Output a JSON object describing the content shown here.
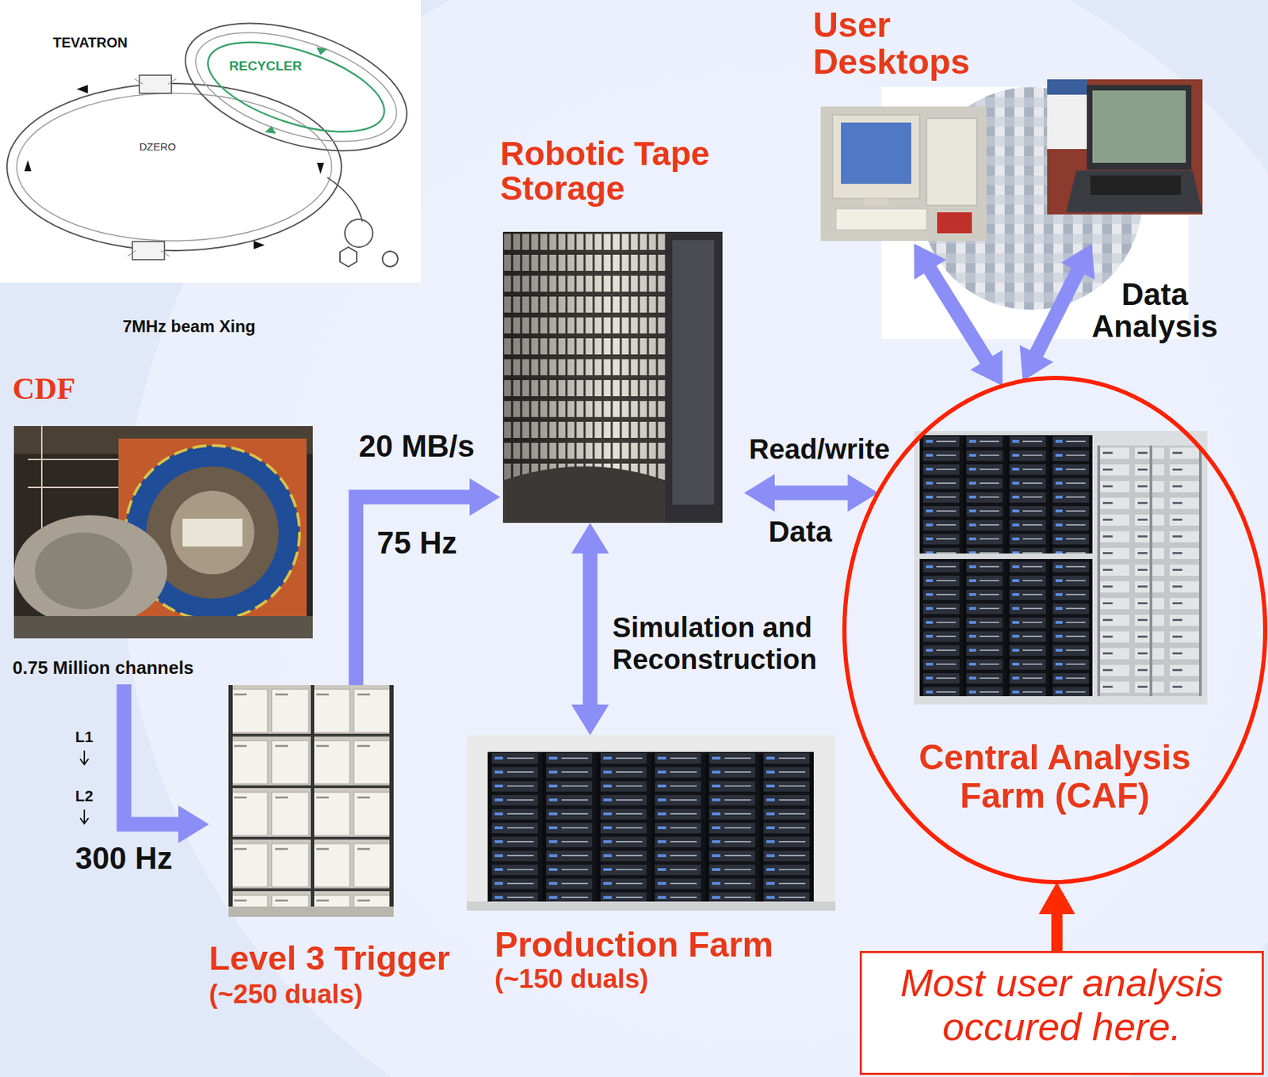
{
  "diagram": {
    "nodes": [
      {
        "text": [
          "User Desktops"
        ]
      },
      {
        "text": [
          "Robotic Tape Storage"
        ]
      },
      {
        "text": [
          "CDF",
          "0.75 Million channels"
        ]
      },
      {
        "text": [
          "Central Analysis Farm (CAF)"
        ]
      },
      {
        "text": [
          "Level 3 Trigger",
          "(~250 duals)"
        ]
      },
      {
        "text": [
          "Production Farm",
          "(~150 duals)"
        ]
      },
      {
        "text": [
          "Most user analysis occured here."
        ]
      }
    ],
    "edges": [
      {
        "from": 2,
        "to": 4,
        "arrow": "to",
        "label": "300 Hz"
      },
      {
        "from": 4,
        "to": 1,
        "arrow": "to",
        "label": "20 MB/s"
      },
      {
        "from": 1,
        "to": 3,
        "arrow": "both",
        "label": "Read/write"
      },
      {
        "from": 1,
        "to": 5,
        "arrow": "both",
        "label": "Simulation and Reconstruction"
      },
      {
        "from": 0,
        "to": 3,
        "arrow": "both",
        "label": "Data Analysis"
      },
      {
        "from": 0,
        "to": 3,
        "arrow": "both"
      },
      {
        "from": 6,
        "to": 3,
        "arrow": "to"
      }
    ],
    "labels": [
      "TEVATRON",
      "RECYCLER",
      "DZERO",
      "7MHz beam Xing",
      "L1",
      "L2",
      "75 Hz",
      "Data"
    ]
  }
}
